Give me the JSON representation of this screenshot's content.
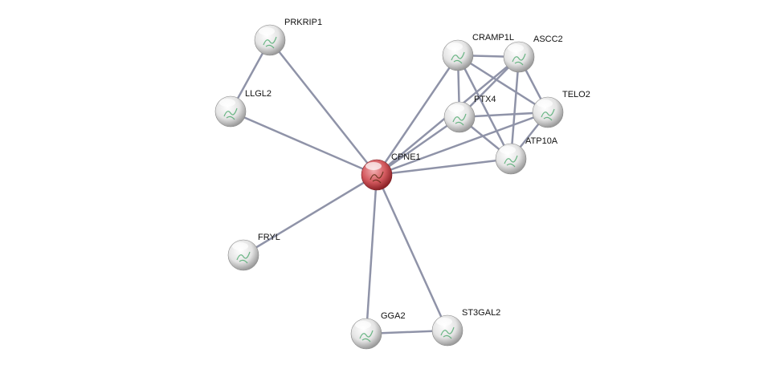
{
  "network": {
    "query_node": "CPNE1",
    "query_color": "#c0393f",
    "node_color": "#e6e6e6",
    "edge_color": "#8f93a8",
    "nodes": [
      {
        "id": "CPNE1",
        "label": "CPNE1"
      },
      {
        "id": "PRKRIP1",
        "label": "PRKRIP1"
      },
      {
        "id": "LLGL2",
        "label": "LLGL2"
      },
      {
        "id": "FRYL",
        "label": "FRYL"
      },
      {
        "id": "GGA2",
        "label": "GGA2"
      },
      {
        "id": "ST3GAL2",
        "label": "ST3GAL2"
      },
      {
        "id": "CRAMP1L",
        "label": "CRAMP1L"
      },
      {
        "id": "ASCC2",
        "label": "ASCC2"
      },
      {
        "id": "PTX4",
        "label": "PTX4"
      },
      {
        "id": "TELO2",
        "label": "TELO2"
      },
      {
        "id": "ATP10A",
        "label": "ATP10A"
      }
    ],
    "edges": [
      [
        "CPNE1",
        "PRKRIP1"
      ],
      [
        "CPNE1",
        "LLGL2"
      ],
      [
        "CPNE1",
        "FRYL"
      ],
      [
        "CPNE1",
        "GGA2"
      ],
      [
        "CPNE1",
        "ST3GAL2"
      ],
      [
        "CPNE1",
        "CRAMP1L"
      ],
      [
        "CPNE1",
        "ASCC2"
      ],
      [
        "CPNE1",
        "PTX4"
      ],
      [
        "CPNE1",
        "TELO2"
      ],
      [
        "CPNE1",
        "ATP10A"
      ],
      [
        "PRKRIP1",
        "LLGL2"
      ],
      [
        "GGA2",
        "ST3GAL2"
      ],
      [
        "CRAMP1L",
        "ASCC2"
      ],
      [
        "CRAMP1L",
        "PTX4"
      ],
      [
        "CRAMP1L",
        "TELO2"
      ],
      [
        "CRAMP1L",
        "ATP10A"
      ],
      [
        "ASCC2",
        "PTX4"
      ],
      [
        "ASCC2",
        "TELO2"
      ],
      [
        "ASCC2",
        "ATP10A"
      ],
      [
        "PTX4",
        "TELO2"
      ],
      [
        "PTX4",
        "ATP10A"
      ],
      [
        "TELO2",
        "ATP10A"
      ]
    ]
  }
}
